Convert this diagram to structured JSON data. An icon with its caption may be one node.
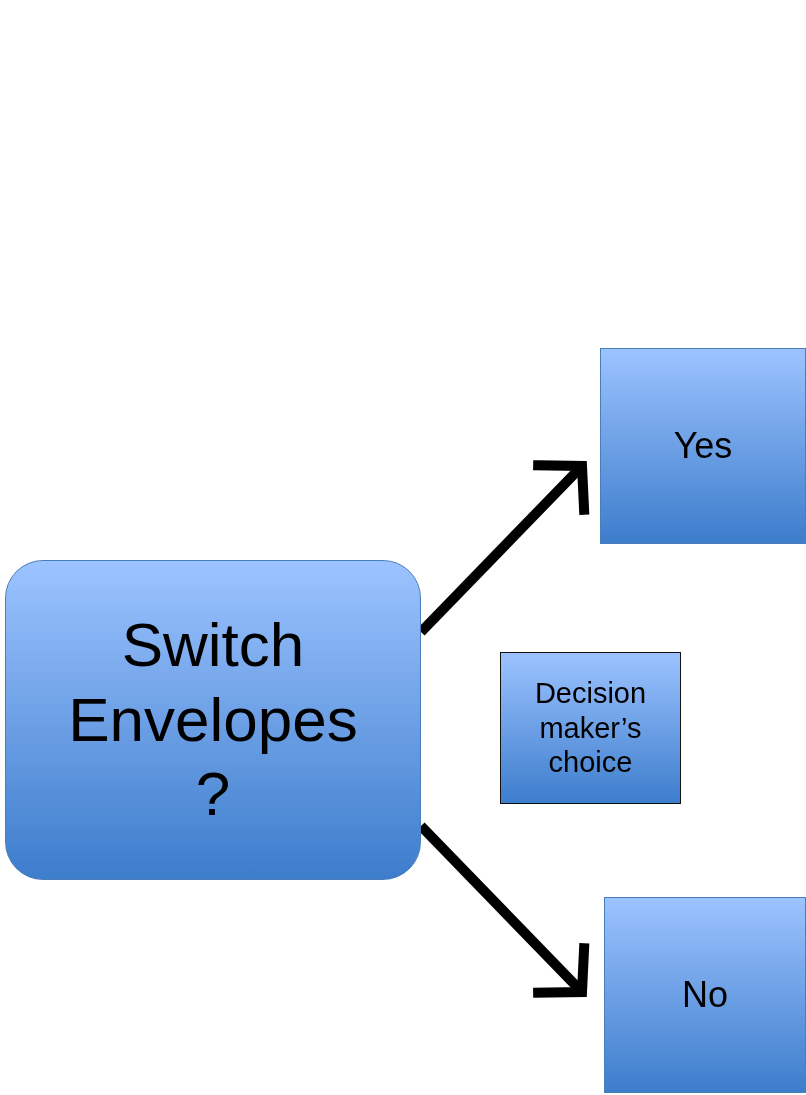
{
  "diagram": {
    "nodes": [
      {
        "text": [
          "Switch Envelopes ?"
        ]
      },
      {
        "text": [
          "Yes"
        ]
      },
      {
        "text": [
          "No"
        ]
      },
      {
        "text": [
          "Decision maker’s choice"
        ]
      }
    ],
    "edges": [
      {
        "from": 0,
        "to": 1,
        "arrow": "to"
      },
      {
        "from": 0,
        "to": 2,
        "arrow": "to"
      }
    ]
  }
}
